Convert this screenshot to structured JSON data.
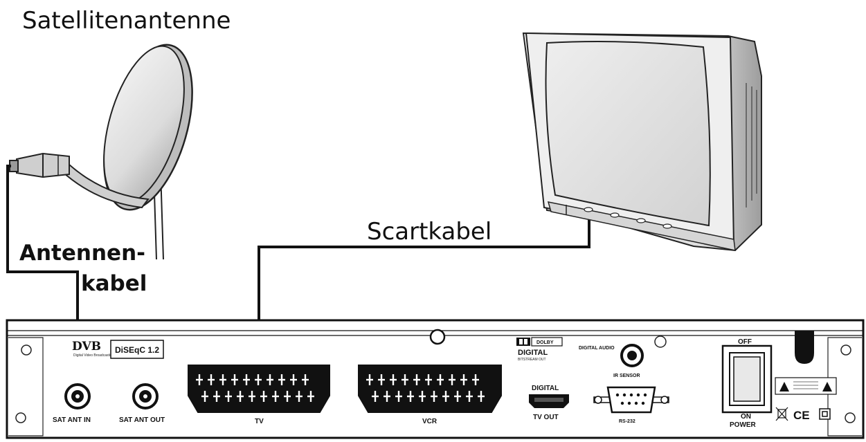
{
  "labels": {
    "satellite": "Satellitenantenne",
    "antenna_cable_line1": "Antennen-",
    "antenna_cable_line2": "kabel",
    "scart_cable": "Scartkabel"
  },
  "receiver": {
    "logos": {
      "dvb": "DVB",
      "dvb_sub": "Digital Video Broadcasting",
      "diseqc": "DiSEqC 1.2",
      "dolby": "DOLBY",
      "dolby_digital": "DIGITAL",
      "dolby_stream": "BITSTREAM OUT"
    },
    "ports": {
      "sat_ant_in": "SAT ANT IN",
      "sat_ant_out": "SAT ANT OUT",
      "tv": "TV",
      "vcr": "VCR",
      "digital_audio": "DIGITAL AUDIO",
      "ir_sensor": "IR SENSOR",
      "digital": "DIGITAL",
      "tv_out": "TV OUT",
      "rs232": "RS-232",
      "off": "OFF",
      "on": "ON",
      "power": "POWER",
      "ce": "CE"
    }
  }
}
